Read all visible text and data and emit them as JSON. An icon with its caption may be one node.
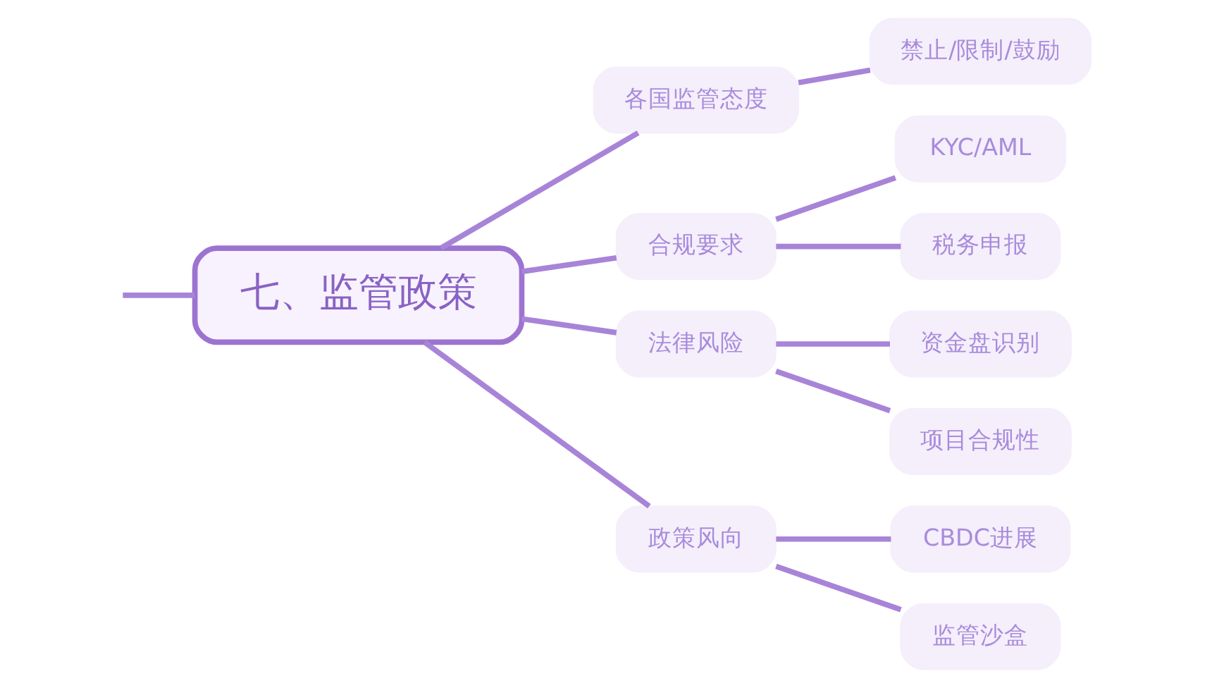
{
  "diagram": {
    "nodes": [
      {
        "text": [
          "七、监管政策"
        ]
      },
      {
        "text": [
          "各国监管态度"
        ]
      },
      {
        "text": [
          "禁止/限制/鼓励"
        ]
      },
      {
        "text": [
          "合规要求"
        ]
      },
      {
        "text": [
          "KYC/AML"
        ]
      },
      {
        "text": [
          "税务申报"
        ]
      },
      {
        "text": [
          "法律风险"
        ]
      },
      {
        "text": [
          "资金盘识别"
        ]
      },
      {
        "text": [
          "项目合规性"
        ]
      },
      {
        "text": [
          "政策风向"
        ]
      },
      {
        "text": [
          "CBDC进展"
        ]
      },
      {
        "text": [
          "监管沙盒"
        ]
      }
    ],
    "edges": [
      {
        "from": null,
        "to": 0,
        "arrow": "none"
      },
      {
        "from": 0,
        "to": 1,
        "arrow": "none"
      },
      {
        "from": 1,
        "to": 2,
        "arrow": "none"
      },
      {
        "from": 0,
        "to": 3,
        "arrow": "none"
      },
      {
        "from": 3,
        "to": 4,
        "arrow": "none"
      },
      {
        "from": 3,
        "to": 5,
        "arrow": "none"
      },
      {
        "from": 0,
        "to": 6,
        "arrow": "none"
      },
      {
        "from": 6,
        "to": 7,
        "arrow": "none"
      },
      {
        "from": 6,
        "to": 8,
        "arrow": "none"
      },
      {
        "from": 0,
        "to": 9,
        "arrow": "none"
      },
      {
        "from": 9,
        "to": 10,
        "arrow": "none"
      },
      {
        "from": 9,
        "to": 11,
        "arrow": "none"
      }
    ]
  }
}
